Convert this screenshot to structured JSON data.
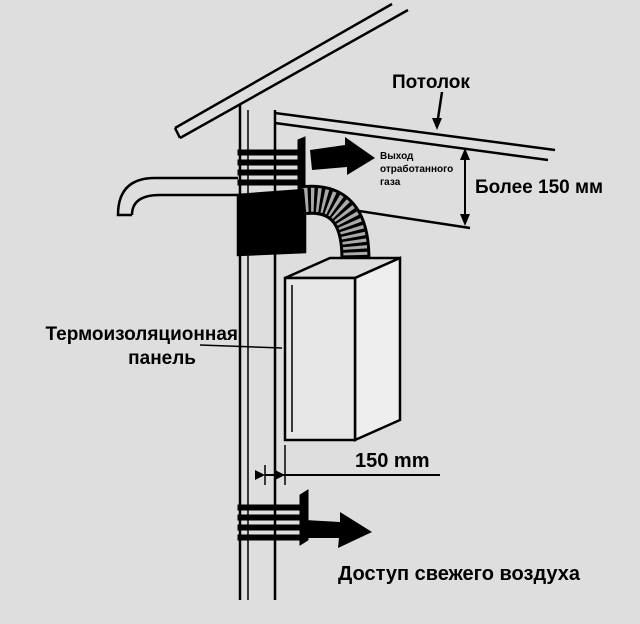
{
  "labels": {
    "ceiling": "Потолок",
    "exhaust": [
      "Выход",
      "отработанного",
      "газа"
    ],
    "min_height": "Более 150 мм",
    "insulation": [
      "Термоизоляционная",
      "панель"
    ],
    "gap": "150 mm",
    "fresh_air": "Доступ свежего воздуха"
  }
}
